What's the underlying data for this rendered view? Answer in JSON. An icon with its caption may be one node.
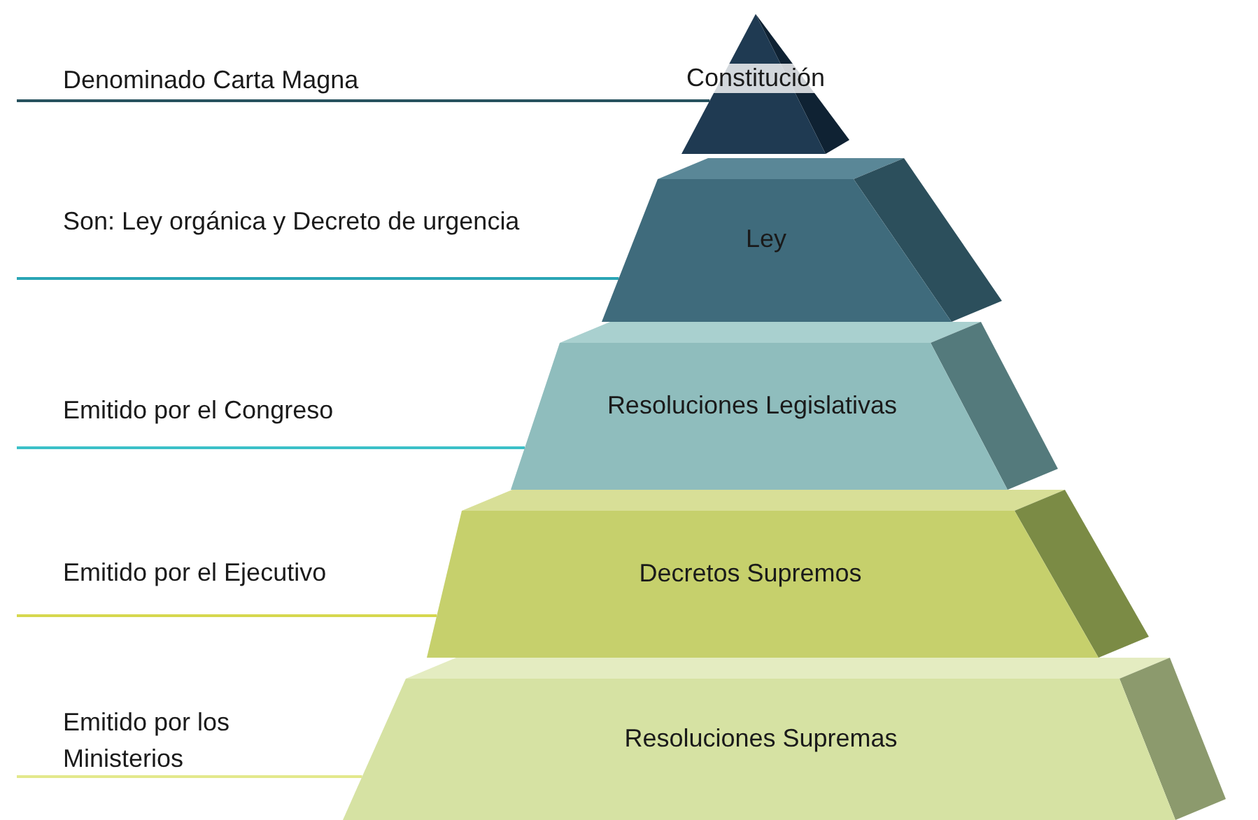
{
  "diagram": {
    "nodes": [
      {
        "text": [
          "Denominado Carta Magna"
        ]
      },
      {
        "text": [
          "Constitución"
        ]
      },
      {
        "text": [
          "Son: Ley orgánica y Decreto de urgencia"
        ]
      },
      {
        "text": [
          "Ley"
        ]
      },
      {
        "text": [
          "Emitido por el Congreso"
        ]
      },
      {
        "text": [
          "Resoluciones Legislativas"
        ]
      },
      {
        "text": [
          "Emitido por el Ejecutivo"
        ]
      },
      {
        "text": [
          "Decretos Supremos"
        ]
      },
      {
        "text": [
          "Emitido por los Ministerios"
        ]
      },
      {
        "text": [
          "Resoluciones Supremas"
        ]
      }
    ],
    "edges": [
      {
        "from": 0,
        "to": 1,
        "arrow": "none",
        "color": "#27525e"
      },
      {
        "from": 2,
        "to": 3,
        "arrow": "none",
        "color": "#2aa5b5"
      },
      {
        "from": 4,
        "to": 5,
        "arrow": "none",
        "color": "#3cc0c8"
      },
      {
        "from": 6,
        "to": 7,
        "arrow": "none",
        "color": "#d6d84e"
      },
      {
        "from": 8,
        "to": 9,
        "arrow": "none",
        "color": "#e3e88c"
      }
    ]
  }
}
